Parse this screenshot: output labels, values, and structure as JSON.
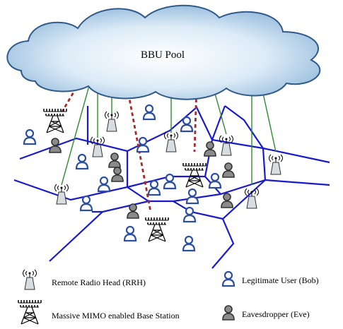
{
  "cloud": {
    "label": "BBU Pool"
  },
  "legend": {
    "rrh": "Remote Radio Head (RRH)",
    "base_station": "Massive MIMO enabled Base Station",
    "bob": "Legitimate User (Bob)",
    "eve": "Eavesdropper (Eve)"
  },
  "colors": {
    "cell_boundary": "#1a1acc",
    "fronthaul_rrh": "#2e8b2e",
    "fronthaul_bs": "#a52a2a",
    "cloud_fill": "#b9d7ee",
    "bob_blue": "#2c4fa0",
    "eve_gray": "#808080"
  }
}
